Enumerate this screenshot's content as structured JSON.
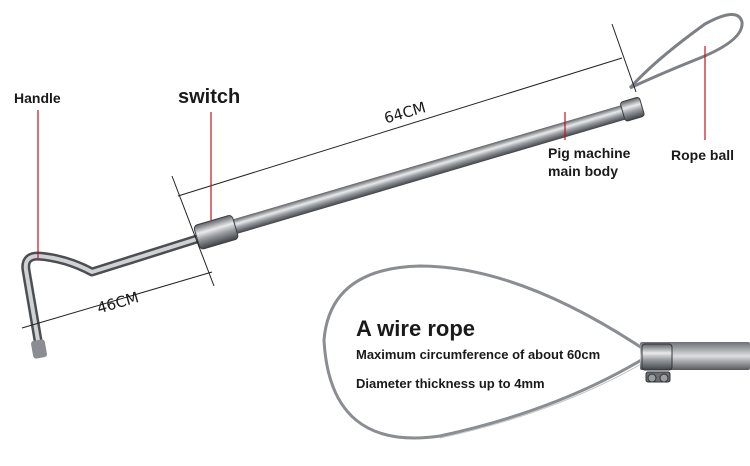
{
  "labels": {
    "handle": "Handle",
    "switch": "switch",
    "main_body": "Pig machine main body",
    "rope_ball": "Rope ball"
  },
  "dimensions": {
    "length_long": "64CM",
    "length_short": "46CM"
  },
  "detail": {
    "title": "A wire rope",
    "line1": "Maximum circumference of about 60cm",
    "line2": "Diameter thickness up to 4mm"
  },
  "colors": {
    "leader_line": "#c0141a",
    "dimension_line": "#222222",
    "metal": "#9a9da2"
  }
}
